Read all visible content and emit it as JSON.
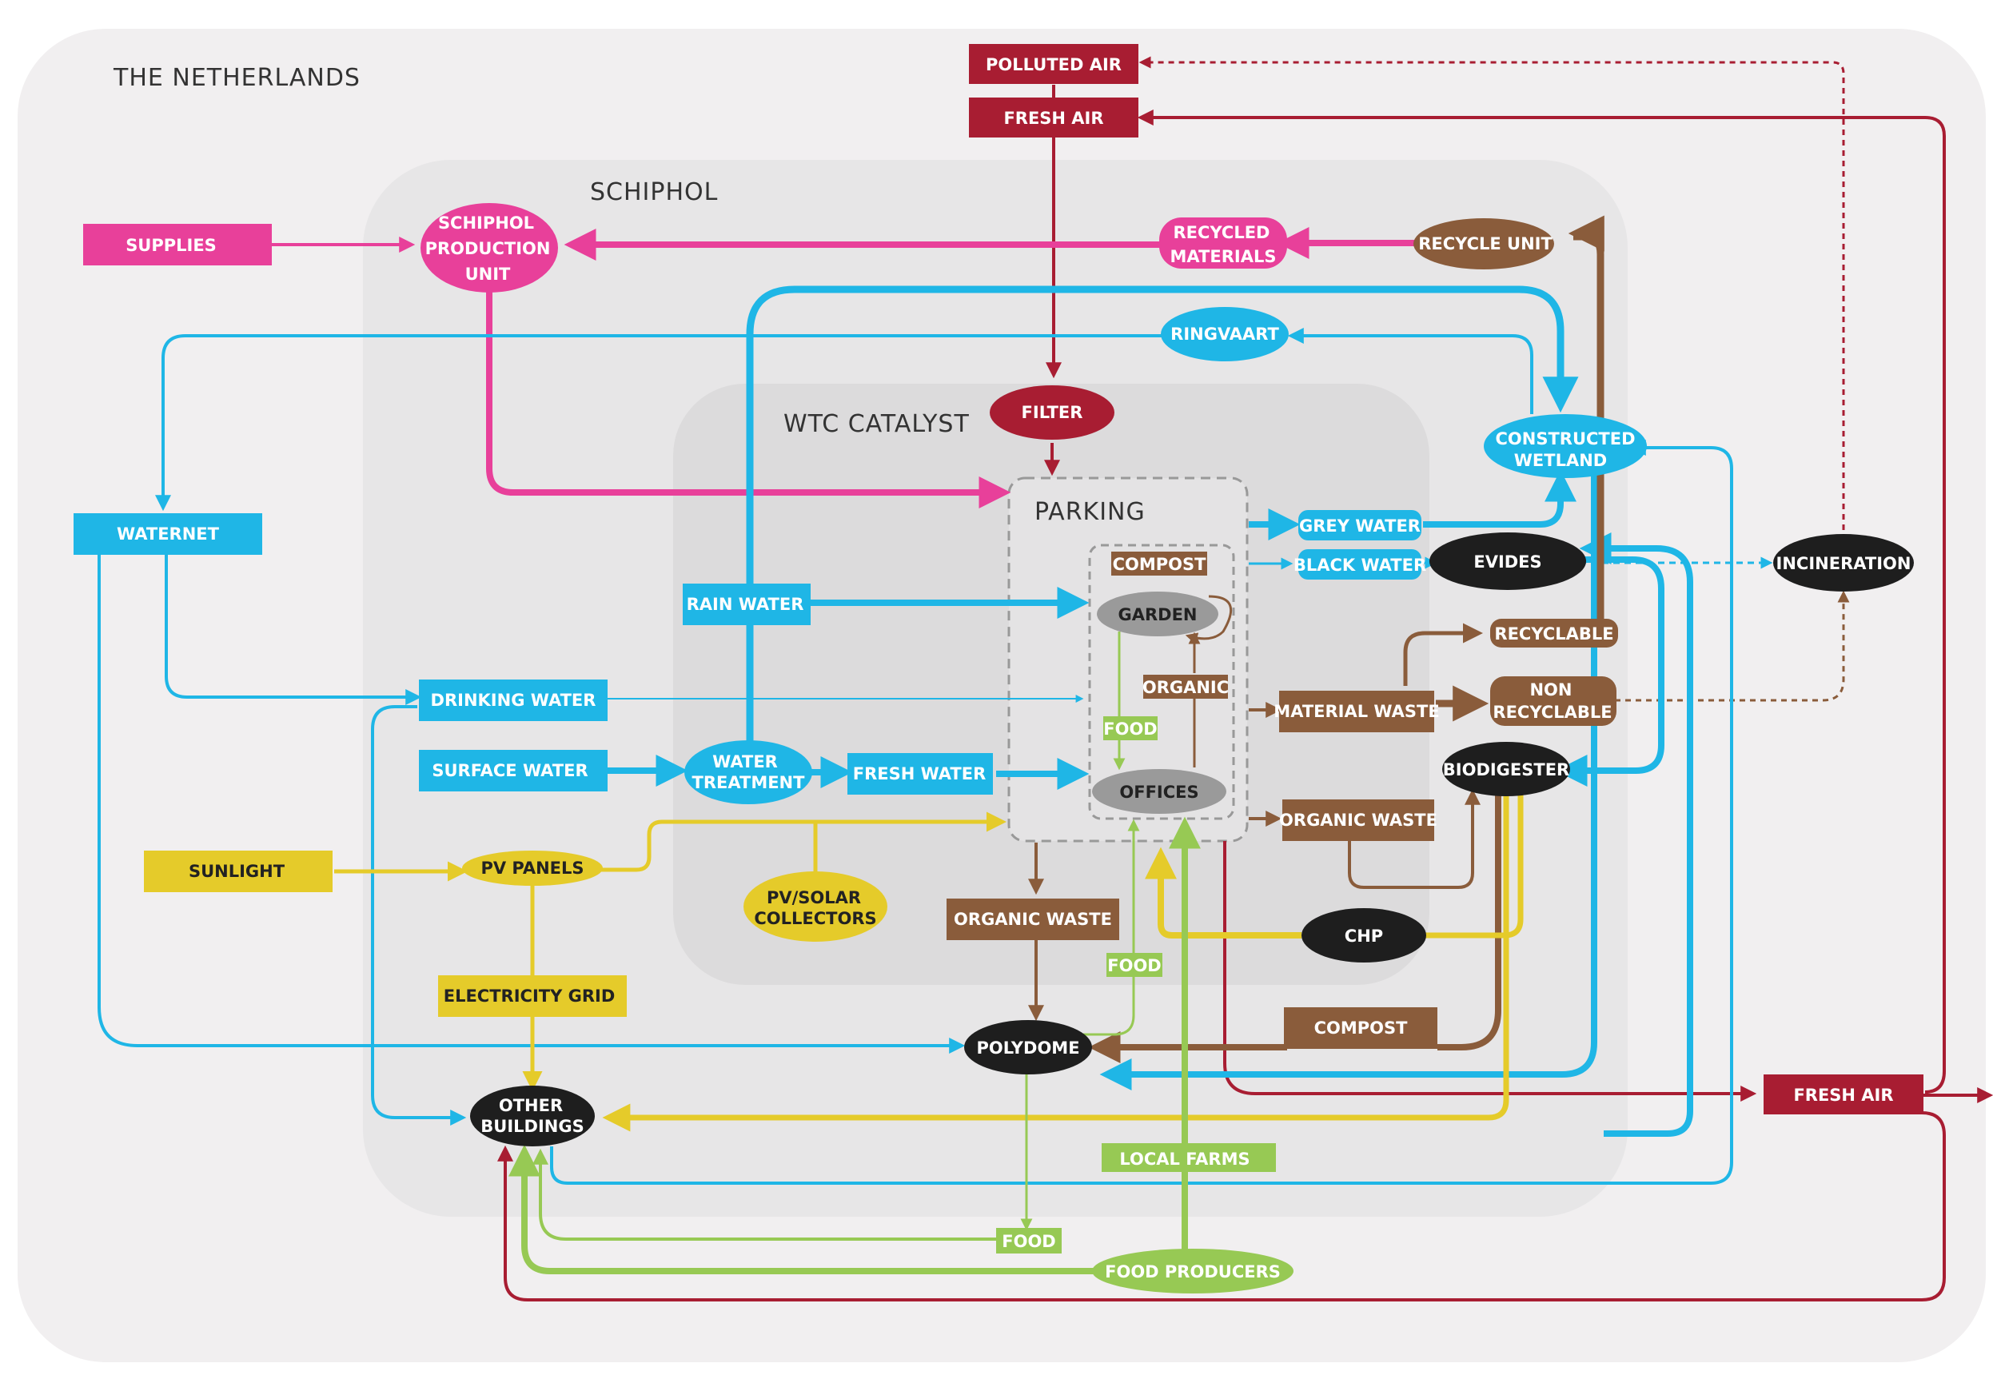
{
  "regions": {
    "netherlands": "THE NETHERLANDS",
    "schiphol": "SCHIPHOL",
    "wtc": "WTC CATALYST",
    "parking": "PARKING"
  },
  "nodes": {
    "polluted_air": "POLLUTED AIR",
    "fresh_air_top": "FRESH AIR",
    "supplies": "SUPPLIES",
    "schiphol_unit": [
      "SCHIPHOL",
      "PRODUCTION",
      "UNIT"
    ],
    "recycled_materials": [
      "RECYCLED",
      "MATERIALS"
    ],
    "recycle_unit": "RECYCLE UNIT",
    "ringvaart": "RINGVAART",
    "filter": "FILTER",
    "constructed_wetland": [
      "CONSTRUCTED",
      "WETLAND"
    ],
    "waternet": "WATERNET",
    "grey_water": "GREY WATER",
    "black_water": "BLACK WATER",
    "evides": "EVIDES",
    "incineration": "INCINERATION",
    "compost_inner": "COMPOST",
    "garden": "GARDEN",
    "rain_water": "RAIN WATER",
    "recyclable": "RECYCLABLE",
    "organic": "ORGANIC",
    "material_waste": "MATERIAL WASTE",
    "non_recyclable": [
      "NON",
      "RECYCLABLE"
    ],
    "drinking_water": "DRINKING WATER",
    "food_inner": "FOOD",
    "surface_water": "SURFACE WATER",
    "water_treatment": [
      "WATER",
      "TREATMENT"
    ],
    "fresh_water": "FRESH WATER",
    "offices": "OFFICES",
    "biodigester": "BIODIGESTER",
    "organic_waste_right": "ORGANIC WASTE",
    "sunlight": "SUNLIGHT",
    "pv_panels": "PV PANELS",
    "pv_solar": [
      "PV/SOLAR",
      "COLLECTORS"
    ],
    "organic_waste_mid": "ORGANIC WASTE",
    "chp": "CHP",
    "food_mid": "FOOD",
    "electricity_grid": "ELECTRICITY GRID",
    "compost_bottom": "COMPOST",
    "polydome": "POLYDOME",
    "fresh_air_right": "FRESH AIR",
    "other_buildings": [
      "OTHER",
      "BUILDINGS"
    ],
    "local_farms": "LOCAL FARMS",
    "food_bottom": "FOOD",
    "food_producers": "FOOD PRODUCERS"
  },
  "colors": {
    "blue": "#1fb6e6",
    "pink": "#e8409a",
    "red": "#a81d32",
    "brown": "#8a5c3b",
    "yellow": "#e5cb2a",
    "green": "#97c954",
    "black": "#1e1e1e",
    "grey_node": "#9a9a9a"
  }
}
